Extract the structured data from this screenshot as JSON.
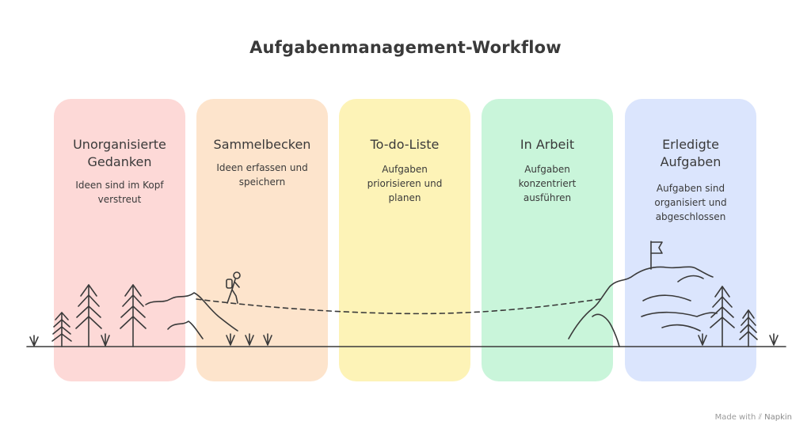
{
  "title": "Aufgabenmanagement-Workflow",
  "stages": [
    {
      "heading": "Unorganisierte Gedanken",
      "description": "Ideen sind im Kopf verstreut",
      "color": "#fdd9d7"
    },
    {
      "heading": "Sammelbecken",
      "description": "Ideen erfassen und speichern",
      "color": "#fde4cc"
    },
    {
      "heading": "To-do-Liste",
      "description": "Aufgaben priorisieren und planen",
      "color": "#fdf3b7"
    },
    {
      "heading": "In Arbeit",
      "description": "Aufgaben konzentriert ausführen",
      "color": "#c9f5da"
    },
    {
      "heading": "Erledigte Aufgaben",
      "description": "Aufgaben sind organisiert und abgeschlossen",
      "color": "#dbe5fd"
    }
  ],
  "footer": {
    "made_with": "Made with",
    "brand": "Napkin"
  },
  "icons": [
    "tree-icon",
    "hiker-icon",
    "mountain-icon",
    "flag-icon",
    "grass-icon",
    "napkin-logo-icon"
  ]
}
